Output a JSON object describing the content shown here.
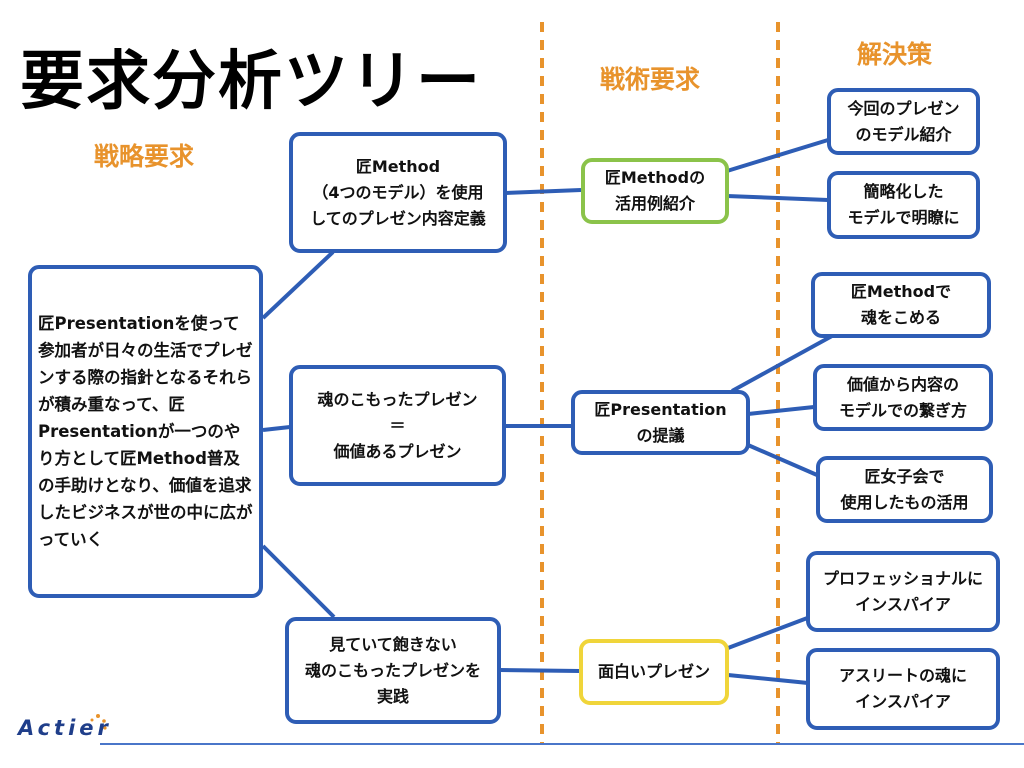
{
  "title": "要求分析ツリー",
  "sections": {
    "strategy": "戦略要求",
    "tactics": "戦術要求",
    "solutions": "解決策"
  },
  "nodes": {
    "root": "匠Presentationを使って参加者が日々の生活でプレゼンする際の指針となるそれらが積み重なって、匠Presentationが一つのやり方として匠Method普及の手助けとなり、価値を追求したビジネスが世の中に広がっていく",
    "strategy_1": "匠Method\n（4つのモデル）を使用\nしてのプレゼン内容定義",
    "strategy_2": "魂のこもったプレゼン\n＝\n価値あるプレゼン",
    "strategy_3": "見ていて飽きない\n魂のこもったプレゼンを\n実践",
    "tactic_1": "匠Methodの\n活用例紹介",
    "tactic_2": "匠Presentation\nの提議",
    "tactic_3": "面白いプレゼン",
    "solution_1": "今回のプレゼン\nのモデル紹介",
    "solution_2": "簡略化した\nモデルで明瞭に",
    "solution_3": "匠Methodで\n魂をこめる",
    "solution_4": "価値から内容の\nモデルでの繋ぎ方",
    "solution_5": "匠女子会で\n使用したもの活用",
    "solution_6": "プロフェッショナルに\nインスパイア",
    "solution_7": "アスリートの魂に\nインスパイア"
  },
  "logo": "Actier",
  "colors": {
    "box_border": "#2E5DB5",
    "tactic_1_border": "#8BC34A",
    "tactic_3_border": "#F0D53A",
    "section_label": "#E8932C",
    "divider": "#E8932C"
  }
}
